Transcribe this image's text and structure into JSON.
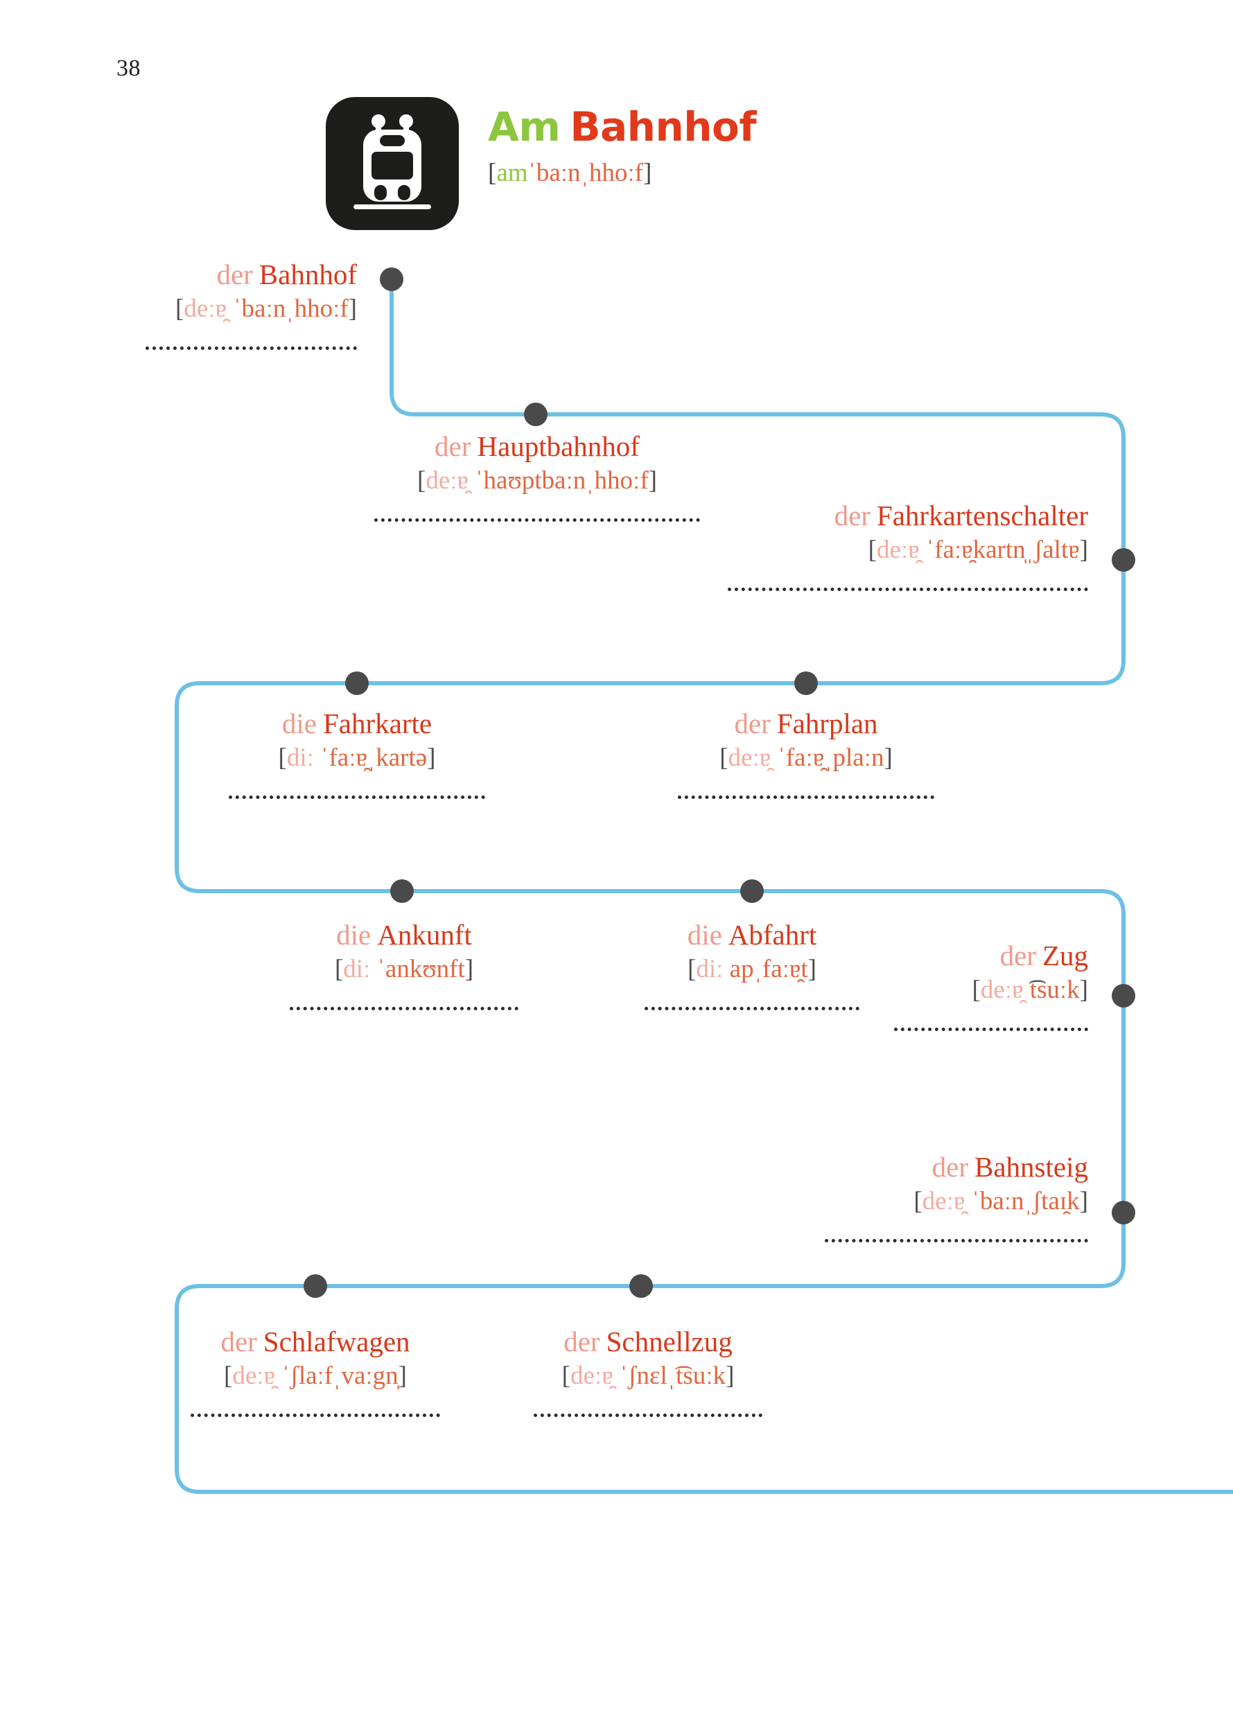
{
  "page": {
    "number": "38"
  },
  "header": {
    "icon_name": "tram-train-icon",
    "title_article": "Am",
    "title_noun": "Bahnhof",
    "phonetic_open": "[",
    "phonetic_article": "am",
    "phonetic_noun": "ˈbaːnˌhloːf",
    "phonetic_noun_text": "ˈbaːnˌhhoːf",
    "phonetic_close": "]",
    "phonetic_full": "[amˈbaːnˌhhoːf]"
  },
  "colors": {
    "article": "#f09a8b",
    "noun": "#d8381b",
    "title_article": "#8cc63e",
    "title_noun": "#e1391a",
    "track": "#6cc0e5",
    "dot": "#4a4a4a",
    "icon_bg": "#1d1d1b",
    "phonetic_bracket": "#4d4d4d"
  },
  "vocabulary": [
    {
      "id": "bahnhof",
      "article": "der",
      "noun": "Bahnhof",
      "phon_article": "deːɐ̯",
      "phon_noun": "ˈbaːnˌhloːf",
      "phon_noun_text": "ˈbaːnˌhhoːf",
      "phonetic": "[deːɐ̯ ˈbaːnˌhhoːf]"
    },
    {
      "id": "hauptbahnhof",
      "article": "der",
      "noun": "Hauptbahnhof",
      "phon_article": "deːɐ̯",
      "phon_noun_text": "ˈhaʊptbaːnˌhhoːf",
      "phonetic": "[deːɐ̯ ˈhaʊptbaːnˌhhoːf]"
    },
    {
      "id": "fahrkartenschalter",
      "article": "der",
      "noun": "Fahrkartenschalter",
      "phon_article": "deːɐ̯",
      "phon_noun_text": "ˈfaːɐ̯kartn̩ˌʃaltɐ",
      "phonetic": "[deːɐ̯ ˈfaːɐ̯kartn̩ˌʃaltɐ]"
    },
    {
      "id": "fahrkarte",
      "article": "die",
      "noun": "Fahrkarte",
      "phon_article": "diː",
      "phon_noun_text": "ˈfaːɐ̯ˌkartə",
      "phonetic": "[diː ˈfaːɐ̯ˌkartə]"
    },
    {
      "id": "fahrplan",
      "article": "der",
      "noun": "Fahrplan",
      "phon_article": "deːɐ̯",
      "phon_noun_text": "ˈfaːɐ̯ˌplaːn",
      "phonetic": "[deːɐ̯ ˈfaːɐ̯ˌplaːn]"
    },
    {
      "id": "ankunft",
      "article": "die",
      "noun": "Ankunft",
      "phon_article": "diː",
      "phon_noun_text": "ˈankʊnft",
      "phonetic": "[diː ˈankʊnft]"
    },
    {
      "id": "abfahrt",
      "article": "die",
      "noun": "Abfahrt",
      "phon_article": "diː",
      "phon_noun_text": "apˌfaːɐ̯t",
      "phonetic": "[diː apˌfaːɐ̯t]"
    },
    {
      "id": "zug",
      "article": "der",
      "noun": "Zug",
      "phon_article": "deːɐ̯",
      "phon_noun_text": "͡tsuːk",
      "phonetic": "[deːɐ̯ ͡tsuːk]"
    },
    {
      "id": "bahnsteig",
      "article": "der",
      "noun": "Bahnsteig",
      "phon_article": "deːɐ̯",
      "phon_noun_text": "ˈbaːnˌʃtaɪ̯k",
      "phonetic": "[deːɐ̯ ˈbaːnˌʃtaɪ̯k]"
    },
    {
      "id": "schlafwagen",
      "article": "der",
      "noun": "Schlafwagen",
      "phon_article": "deːɐ̯",
      "phon_noun_text": "ˈʃlaːfˌvaːgn̩",
      "phonetic": "[deːɐ̯ ˈʃlaːfˌvaːgn̩]"
    },
    {
      "id": "schnellzug",
      "article": "der",
      "noun": "Schnellzug",
      "phon_article": "deːɐ̯",
      "phon_noun_text": "ˈʃnɛlˌ͡tsuːk",
      "phonetic": "[deːɐ̯ ˈʃnɛlˌ͡tsuːk]"
    }
  ]
}
